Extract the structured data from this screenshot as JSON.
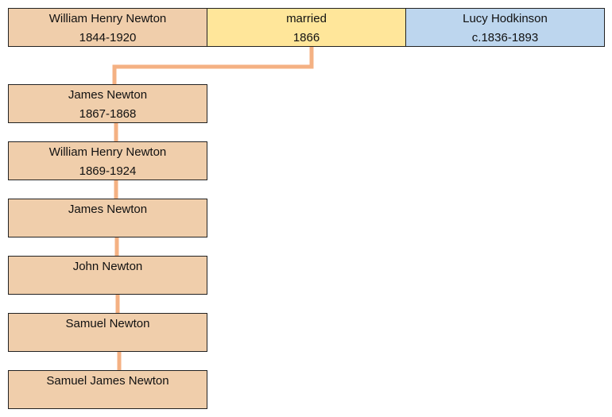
{
  "colors": {
    "person": "#f0ceab",
    "marriage": "#ffe69a",
    "spouse": "#bdd6ee",
    "connector": "#f4b183",
    "border": "#222222"
  },
  "parents": {
    "father": {
      "name": "William Henry Newton",
      "dates": "1844-1920"
    },
    "marriage": {
      "label": "married",
      "year": "1866"
    },
    "mother": {
      "name": "Lucy Hodkinson",
      "dates": "c.1836-1893"
    }
  },
  "children": [
    {
      "name": "James Newton",
      "dates": "1867-1868"
    },
    {
      "name": "William Henry Newton",
      "dates": "1869-1924"
    },
    {
      "name": "James Newton",
      "dates": ""
    },
    {
      "name": "John Newton",
      "dates": ""
    },
    {
      "name": "Samuel Newton",
      "dates": ""
    },
    {
      "name": "Samuel James Newton",
      "dates": ""
    }
  ]
}
